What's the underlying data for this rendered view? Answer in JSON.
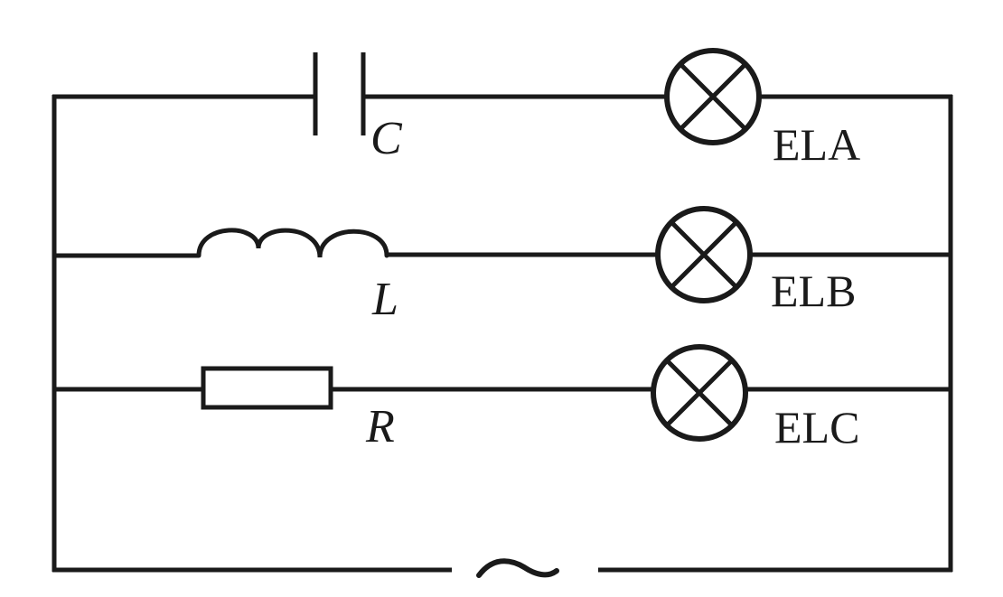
{
  "diagram": {
    "components": {
      "capacitor": {
        "label": "C",
        "icon": "capacitor-icon"
      },
      "inductor": {
        "label": "L",
        "icon": "inductor-icon"
      },
      "resistor": {
        "label": "R",
        "icon": "resistor-icon"
      },
      "lamp_a": {
        "label": "ELA",
        "icon": "lamp-icon"
      },
      "lamp_b": {
        "label": "ELB",
        "icon": "lamp-icon"
      },
      "lamp_c": {
        "label": "ELC",
        "icon": "lamp-icon"
      },
      "source": {
        "icon": "ac-source-icon"
      }
    },
    "colors": {
      "stroke": "#1a1a1a",
      "background": "#ffffff"
    }
  }
}
